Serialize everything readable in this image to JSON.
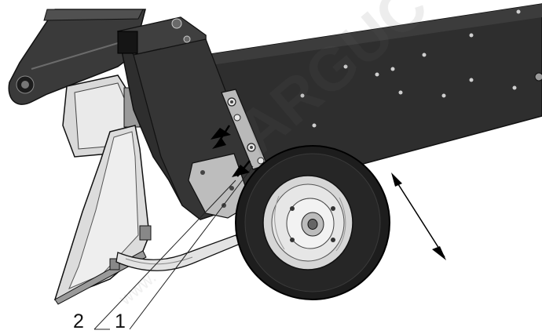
{
  "callouts": [
    {
      "id": "2",
      "text": "2"
    },
    {
      "id": "1",
      "text": "1"
    }
  ],
  "watermark": {
    "text": "ARGUC"
  },
  "colors": {
    "frame_dark": "#2e2e2e",
    "frame_mid": "#3a3a3a",
    "frame_light": "#4a4a4a",
    "plate_grey": "#bdbdbd",
    "chute_light": "#dcdcdc",
    "tire_black": "#1d1d1d",
    "rim_silver": "#d6d6d6",
    "arrow_black": "#000000",
    "watermark_grey": "#9a9a9a"
  }
}
